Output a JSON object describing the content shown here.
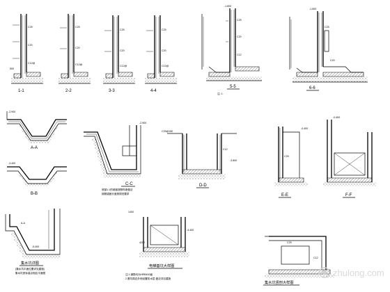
{
  "sections": {
    "s11": "1-1",
    "s22": "2-2",
    "s33": "3-3",
    "s44": "4-4",
    "s55": "5-5",
    "s66": "6-6",
    "sAA": "A-A",
    "sBB": "B-B",
    "sCC": "C-C",
    "sDD": "D-D",
    "sEE": "E-E",
    "sFF": "F-F"
  },
  "elev": {
    "top": "-1.600",
    "mid": "-2.900",
    "low": "-3.400",
    "base": "-5.400",
    "dd": "-3.800",
    "ff": "-0.400",
    "lift": "-4.400"
  },
  "titles": {
    "collect_pit": "集水坑详图",
    "elevator_pit": "电梯基坑大样图",
    "pit_section": "集水坑竖剖大样图"
  },
  "notes": {
    "cc_note": "底部1:1的坡度按照构造做法",
    "note1": "注:1.钢筋均为HRB400级"
  },
  "watermark": {
    "brand": "zhulong.com"
  }
}
